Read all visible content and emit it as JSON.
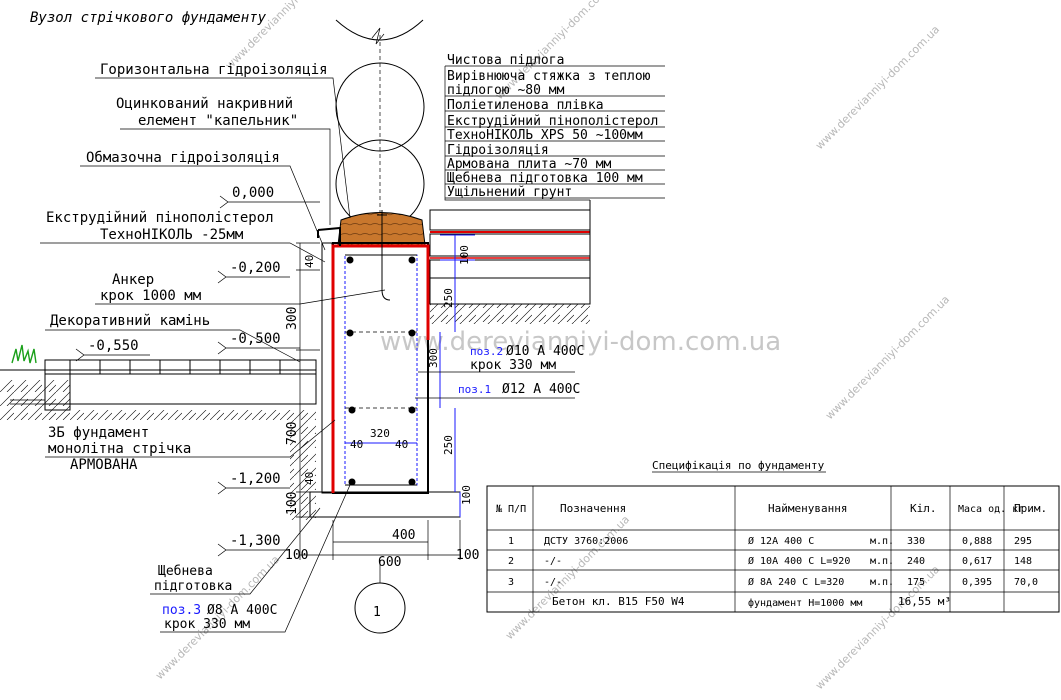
{
  "title": "Вузол стрічкового фундаменту",
  "watermark": "www.derevianniyi-dom.com.ua",
  "labels_left": {
    "horizontal_waterproofing": "Горизонтальна гідроізоляція",
    "drip_line1": "Оцинкований накривний",
    "drip_line2": "елемент \"капельник\"",
    "coating_waterproofing": "Обмазочна гідроізоляція",
    "xps_line1": "Екструдійний пінополістерол",
    "xps_line2": "ТехноНІКОЛЬ  -25мм",
    "anchor_line1": "Анкер",
    "anchor_line2": "крок 1000 мм",
    "decorative_stone": "Декоративний камінь",
    "foundation_line1": "ЗБ фундамент",
    "foundation_line2": "монолітна стрічка",
    "foundation_line3": "АРМОВАНА",
    "gravel_line1": "Щебнева",
    "gravel_line2": "підготовка",
    "pos3_tag": "поз.3",
    "pos3_text": "Ø8 А 400С",
    "pos3_step": "крок 330 мм"
  },
  "levels": [
    "0,000",
    "-0,200",
    "-0,500",
    "-0,550",
    "-1,200",
    "-1,300"
  ],
  "floor_layers": [
    "Чистова підлога",
    "Вирівнююча стяжка з теплою",
    "підлогою   ~80 мм",
    "Поліетиленова плівка",
    "Екструдійний пінополістерол",
    "ТехноНІКОЛЬ XPS 50  ~100мм",
    "Гідроізоляція",
    "Армована плита    ~70 мм",
    "Щебнева підготовка   100 мм",
    "Ущільнений грунт"
  ],
  "rebar_labels": {
    "pos2_tag": "поз.2",
    "pos2_text": "Ø10 А 400С",
    "pos2_step": "крок 330 мм",
    "pos1_tag": "поз.1",
    "pos1_text": "Ø12 А 400С"
  },
  "dimensions": {
    "d40_top": "40",
    "d300": "300",
    "d700": "700",
    "d40_bottom": "40",
    "d100_left": "100",
    "d100_slab": "100",
    "d250_top": "250",
    "d300_right": "300",
    "d250_bottom": "250",
    "d100_right": "100",
    "d320": "320",
    "d40a": "40",
    "d40b": "40",
    "d400": "400",
    "d100_a": "100",
    "d600": "600",
    "d100_b": "100"
  },
  "node_number": "1",
  "spec": {
    "title": "Специфікація по фундаменту",
    "headers": [
      "№ П/П",
      "Позначення",
      "Найменування",
      "Кіл.",
      "Маса од. кг",
      "Прим."
    ],
    "rows": [
      {
        "no": "1",
        "designation": "ДСТУ  3760:2006",
        "name": "Ø 12А 400 С",
        "unit": "м.п.",
        "qty": "330",
        "mass": "0,888",
        "note": "295"
      },
      {
        "no": "2",
        "designation": "-/-",
        "name": "Ø 10А 400 С   L=920",
        "unit": "м.п.",
        "qty": "240",
        "mass": "0,617",
        "note": "148"
      },
      {
        "no": "3",
        "designation": "-/-",
        "name": "Ø 8А 240 С   L=320",
        "unit": "м.п.",
        "qty": "175",
        "mass": "0,395",
        "note": "70,0"
      }
    ],
    "concrete": {
      "designation": "Бетон кл. В15 F50 W4",
      "name": "фундамент Н=1000 мм",
      "qty": "16,55 м³"
    }
  },
  "colors": {
    "waterproofing": "#e00000",
    "rebar_blue": "#1a1aff",
    "insulation": "#f2f000",
    "screed": "#ffe3c8",
    "timber": "#c8772d"
  }
}
